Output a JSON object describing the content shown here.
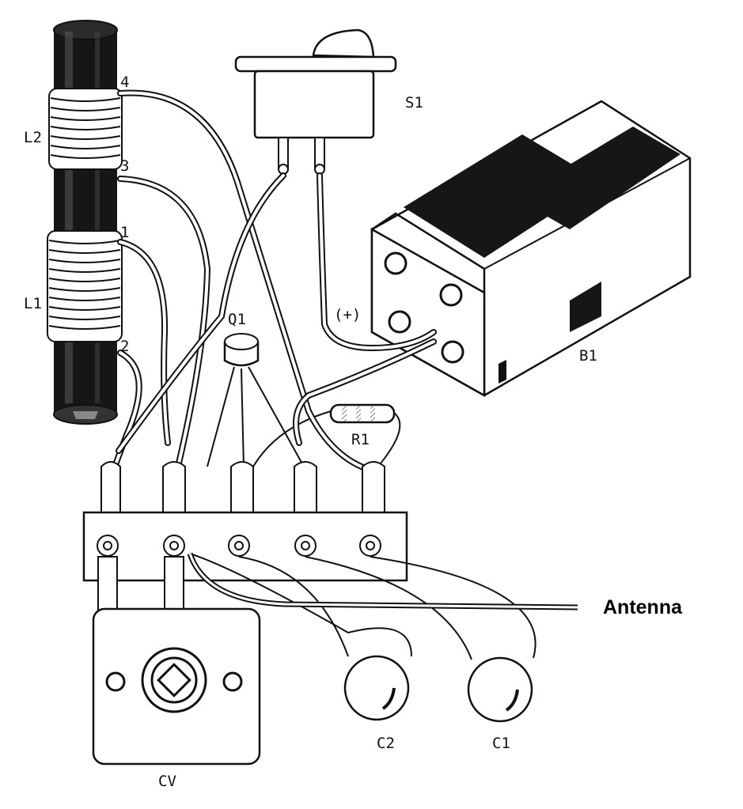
{
  "labels": {
    "l2": "L2",
    "l1": "L1",
    "pin4": "4",
    "pin3": "3",
    "pin1": "1",
    "pin2": "2",
    "s1": "S1",
    "b1": "B1",
    "plus": "(+)",
    "q1": "Q1",
    "r1": "R1",
    "antenna": "Antenna",
    "c2": "C2",
    "c1": "C1",
    "cv": "CV"
  },
  "colors": {
    "ink": "#111111",
    "paper": "#ffffff",
    "shade": "#1a1a1a"
  }
}
